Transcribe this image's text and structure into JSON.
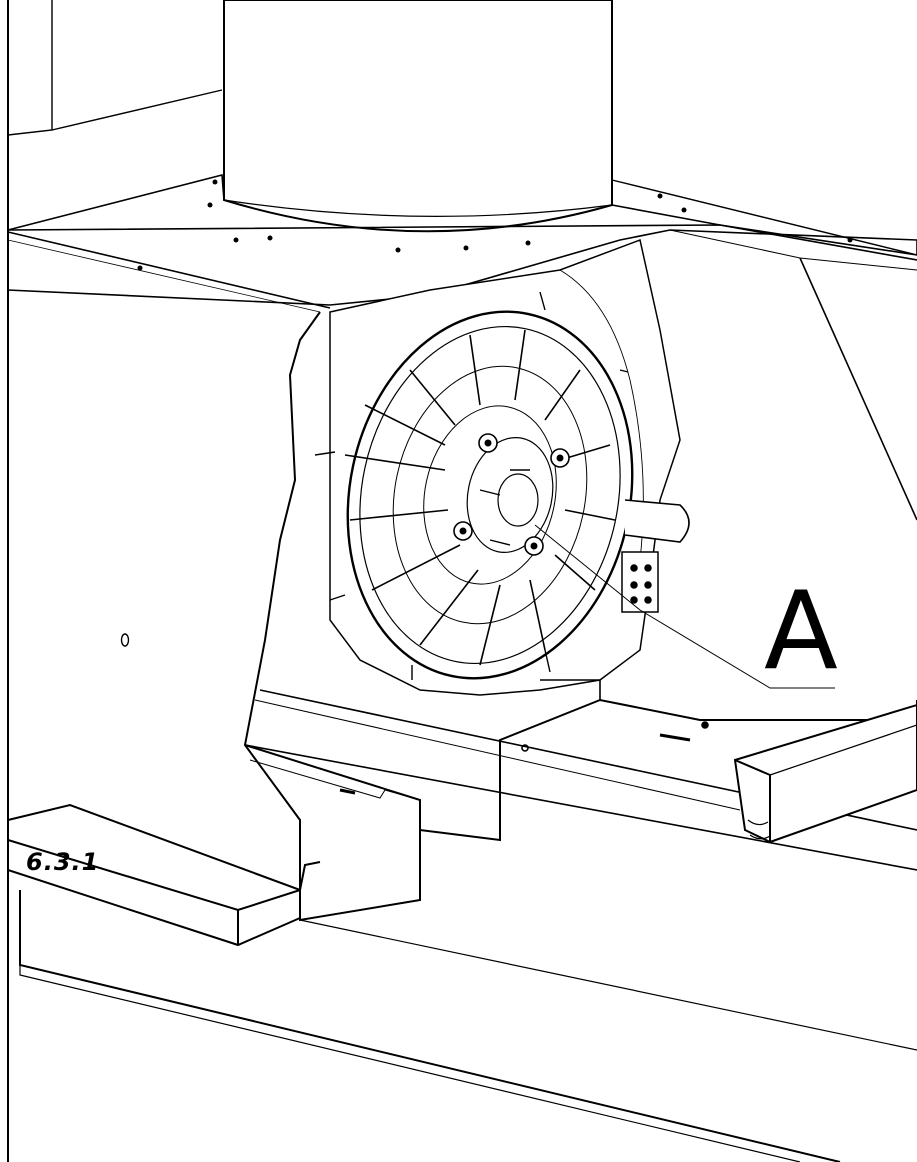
{
  "figure": {
    "label": "6.3.1",
    "callout": "A",
    "parts": [
      "duct-collar",
      "hood-body",
      "blower-housing",
      "fan-wheel",
      "terminal-block",
      "motor-shaft",
      "front-rail",
      "bottom-panel"
    ]
  },
  "colors": {
    "line": "#000000",
    "background": "#ffffff",
    "fill": "#ffffff"
  }
}
